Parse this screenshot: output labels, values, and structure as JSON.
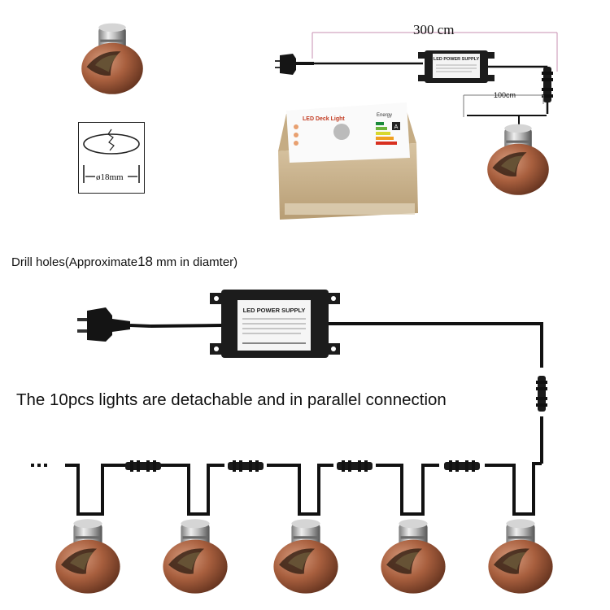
{
  "cable_length_main": "300 cm",
  "cable_length_branch": "100cm",
  "drill_size": "ø18mm",
  "drill_caption_prefix": "Drill holes(Approximate",
  "drill_caption_number": "18",
  "drill_caption_suffix": " mm in diamter)",
  "parallel_caption": "The 10pcs lights are detachable and in parallel connection",
  "psu_label": "LED POWER SUPPLY",
  "box_title": "LED Deck Light",
  "box_energy": "Energy",
  "box_energy_grade": "A",
  "colors": {
    "copper": "#9a5538",
    "copper_light": "#c98566",
    "cable": "#111111",
    "psu": "#1c1c1c",
    "box": "#c9b391"
  }
}
